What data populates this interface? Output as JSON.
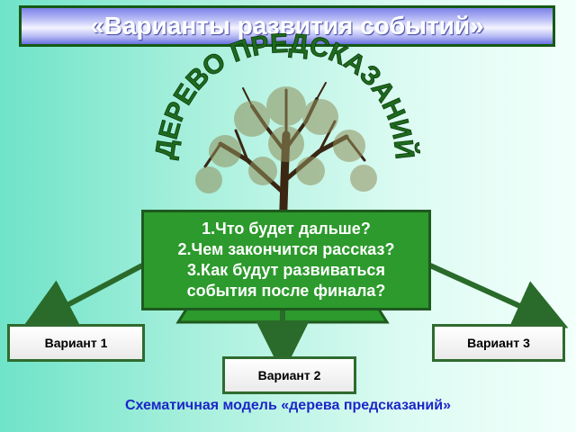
{
  "title": "«Варианты развития событий»",
  "tree_label": "ДЕРЕВО ПРЕДСКАЗАНИЙ",
  "questions": [
    "1.Что будет дальше?",
    "2.Чем закончится рассказ?",
    "3.Как будут развиваться",
    "события после финала?"
  ],
  "variants": {
    "v1": "Вариант 1",
    "v2": "Вариант 2",
    "v3": "Вариант 3"
  },
  "caption": "Схематичная модель «дерева предсказаний»",
  "colors": {
    "title_border": "#145a14",
    "center_fill": "#2c9a2c",
    "arrow": "#2a6a2a",
    "caption": "#1b26c8"
  }
}
